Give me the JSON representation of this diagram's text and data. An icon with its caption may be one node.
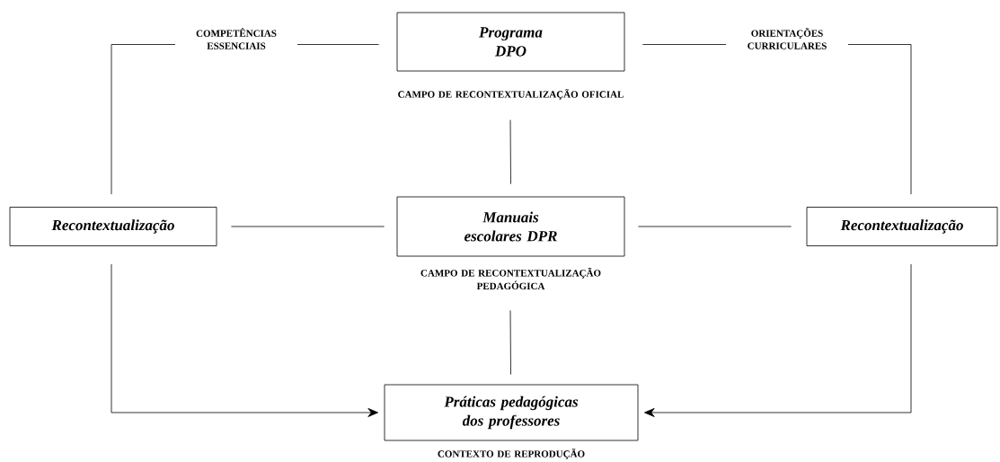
{
  "diagram": {
    "nodes": [
      {
        "text": [
          "Programa DPO"
        ],
        "beside": [
          "CAMPO DE RECONTEXTUALIZAÇÃO OFICIAL"
        ]
      },
      {
        "text": [
          "Recontextualização"
        ]
      },
      {
        "text": [
          "Manuais escolares DPR"
        ],
        "beside": [
          "CAMPO DE RECONTEXTUALIZAÇÃO PEDAGÓGICA"
        ]
      },
      {
        "text": [
          "Recontextualização"
        ]
      },
      {
        "text": [
          "Práticas pedagógicas dos professores"
        ],
        "beside": [
          "CONTEXTO DE REPRODUÇÃO"
        ]
      }
    ],
    "edges": [
      {
        "from": 0,
        "to": 1,
        "arrow": "none",
        "label": "COMPETÊNCIAS ESSENCIAIS"
      },
      {
        "from": 0,
        "to": 3,
        "arrow": "none",
        "label": "ORIENTAÇÕES CURRICULARES"
      },
      {
        "from": 0,
        "to": 2,
        "arrow": "none"
      },
      {
        "from": 1,
        "to": 2,
        "arrow": "none"
      },
      {
        "from": 2,
        "to": 3,
        "arrow": "none"
      },
      {
        "from": 2,
        "to": 4,
        "arrow": "none"
      },
      {
        "from": 1,
        "to": 4,
        "arrow": "to"
      },
      {
        "from": 3,
        "to": 4,
        "arrow": "to"
      }
    ]
  }
}
